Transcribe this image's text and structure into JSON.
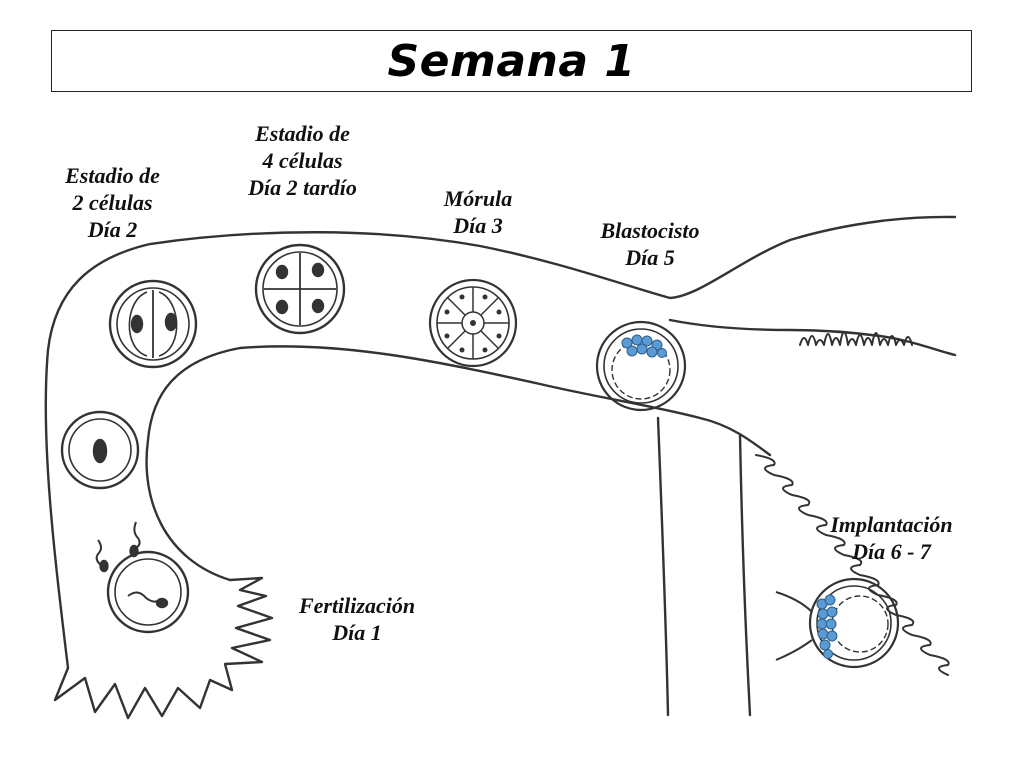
{
  "title": "Semana 1",
  "stages": [
    {
      "line1": "Estadio de",
      "line2": "2 células",
      "line3": "Día 2"
    },
    {
      "line1": "Estadio de",
      "line2": "4 células",
      "line3": "Día 2 tardío"
    },
    {
      "line1": "Mórula",
      "line2": "Día 3"
    },
    {
      "line1": "Blastocisto",
      "line2": "Día 5"
    },
    {
      "line1": "Implantación",
      "line2": "Día 6 - 7"
    },
    {
      "line1": "Fertilización",
      "line2": "Día 1"
    }
  ],
  "colors": {
    "ink": "#333333",
    "inner_cell_mass": "#5b9bd5"
  }
}
